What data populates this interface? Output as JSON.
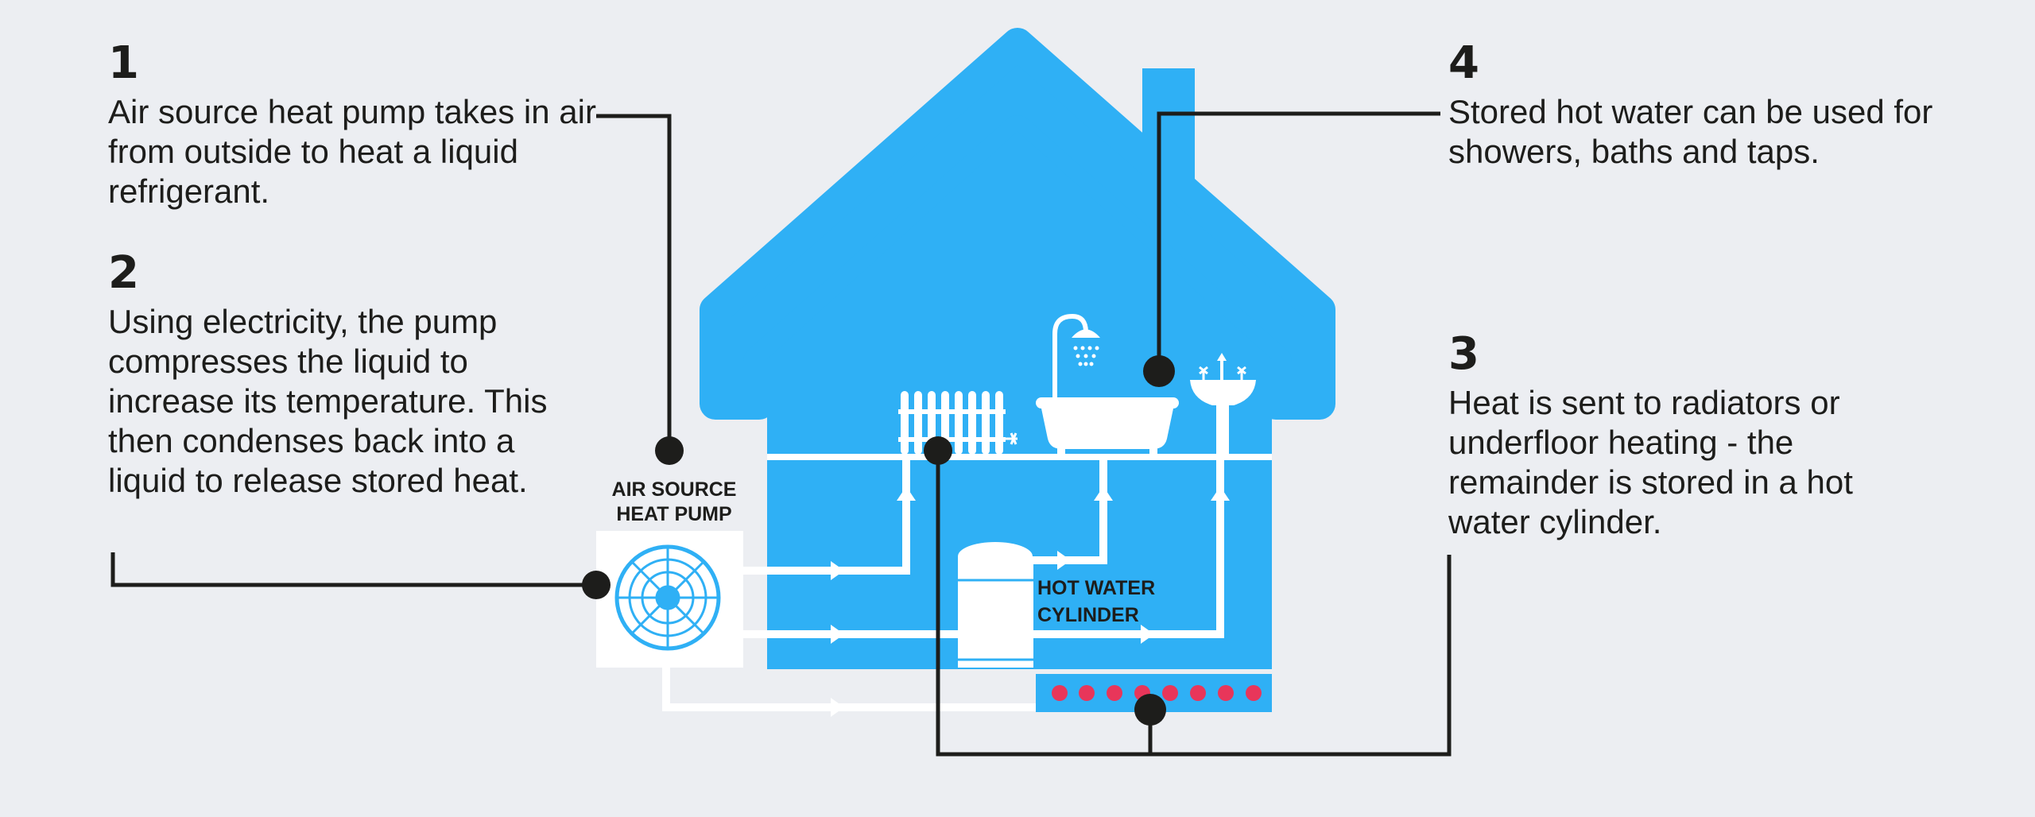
{
  "steps": [
    {
      "num": "1",
      "text": "Air source heat pump takes in air from outside to heat a liquid refrigerant."
    },
    {
      "num": "2",
      "text": "Using electricity, the pump compresses the liquid to increase its temperature. This then condenses back into a liquid to release stored heat."
    },
    {
      "num": "4",
      "text": "Stored hot water can be used for showers, baths and taps."
    },
    {
      "num": "3",
      "text": "Heat is sent to radiators or underfloor heating - the remainder is stored in a hot water cylinder."
    }
  ],
  "labels": {
    "heat_pump_line1": "AIR SOURCE",
    "heat_pump_line2": "HEAT PUMP",
    "cylinder_line1": "HOT WATER",
    "cylinder_line2": "CYLINDER"
  },
  "colors": {
    "background": "#eceef2",
    "house_blue": "#2fb0f5",
    "pipe_white": "#ffffff",
    "leader_black": "#1d1d1b",
    "underfloor_dots": "#e8365a"
  }
}
